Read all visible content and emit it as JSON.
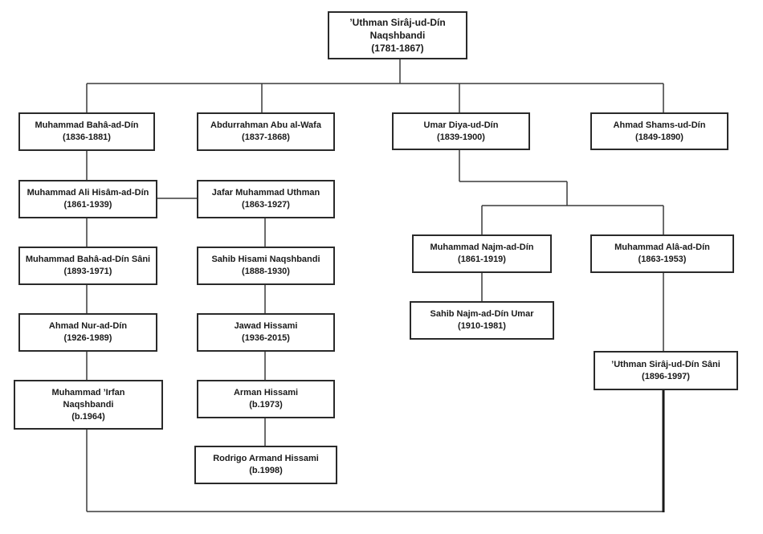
{
  "chart": {
    "line_color": "#3a3a3a",
    "box_border_color": "#2a2a2a"
  },
  "nodes": {
    "uthman": {
      "name_1": "’Uthman Sirâj-ud-Dín",
      "name_2": "Naqshbandi",
      "years": "(1781-1867)"
    },
    "bahaaddin": {
      "name": "Muhammad Bahâ-ad-Dín",
      "years": "(1836-1881)"
    },
    "abdurrahman": {
      "name": "Abdurrahman Abu al-Wafa",
      "years": "(1837-1868)"
    },
    "umar": {
      "name": "Umar Diya-ud-Dín",
      "years": "(1839-1900)"
    },
    "ahmadshams": {
      "name": "Ahmad Shams-ud-Dín",
      "years": "(1849-1890)"
    },
    "alihisam": {
      "name": "Muhammad Ali Hisâm-ad-Dín",
      "years": "(1861-1939)"
    },
    "jafar": {
      "name": "Jafar Muhammad Uthman",
      "years": "(1863-1927)"
    },
    "bahaaddinsani": {
      "name": "Muhammad Bahâ-ad-Dín Sâni",
      "years": "(1893-1971)"
    },
    "sahibhisami": {
      "name": "Sahib Hisami Naqshbandi",
      "years": "(1888-1930)"
    },
    "ahmadnur": {
      "name": "Ahmad Nur-ad-Dín",
      "years": "(1926-1989)"
    },
    "jawad": {
      "name": "Jawad Hissami",
      "years": "(1936-2015)"
    },
    "irfan": {
      "name_1": "Muhammad ’Irfan",
      "name_2": "Naqshbandi",
      "years": "(b.1964)"
    },
    "arman": {
      "name": "Arman Hissami",
      "years": "(b.1973)"
    },
    "rodrigo": {
      "name": "Rodrigo Armand Hissami",
      "years": "(b.1998)"
    },
    "najm": {
      "name": "Muhammad Najm-ad-Dín",
      "years": "(1861-1919)"
    },
    "ala": {
      "name": "Muhammad Alâ-ad-Dín",
      "years": "(1863-1953)"
    },
    "sahibnajm": {
      "name": "Sahib Najm-ad-Dín Umar",
      "years": "(1910-1981)"
    },
    "uthmansani": {
      "name": "’Uthman Sirâj-ud-Dín Sâni",
      "years": "(1896-1997)"
    }
  }
}
